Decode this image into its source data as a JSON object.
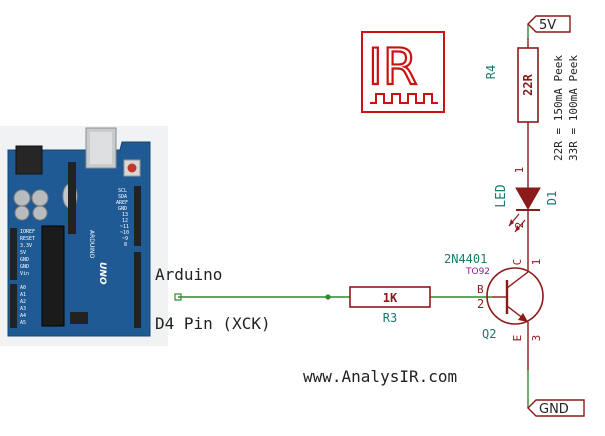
{
  "arduino_label_1": "Arduino",
  "arduino_label_2": "D4 Pin (XCK)",
  "website": "www.AnalysIR.com",
  "logo_text": "IR",
  "vcc_label": "5V",
  "gnd_label": "GND",
  "r3": {
    "name": "R3",
    "value": "1K"
  },
  "r4": {
    "name": "R4",
    "value": "22R",
    "note_1": "22R = 150mA Peek",
    "note_2": "33R = 100mA Peek"
  },
  "d1": {
    "name": "D1",
    "value": "LED",
    "pin1": "1",
    "pin2": "2"
  },
  "q2": {
    "name": "Q2",
    "value": "2N4401",
    "package": "TO92",
    "pin_b": "B",
    "pin_c": "C",
    "pin_e": "E",
    "pin_num_b": "2",
    "pin_num_c": "1",
    "pin_num_e": "3"
  },
  "board": {
    "brand": "ARDUINO",
    "model": "UNO",
    "power_pins": [
      "IOREF",
      "RESET",
      "3.3V",
      "5V",
      "GND",
      "GND",
      "Vin"
    ],
    "analog_pins": [
      "A0",
      "A1",
      "A2",
      "A3",
      "A4",
      "A5"
    ],
    "top_pins": [
      "SCL",
      "SDA",
      "AREF",
      "GND",
      "13",
      "12",
      "~11",
      "~10",
      "~9",
      "8"
    ]
  },
  "colors": {
    "wire": "#2e8b2e",
    "component": "#8b1a1a",
    "designator": "#1a7a6a",
    "logo": "#cc1111",
    "board": "#1f5a95"
  }
}
